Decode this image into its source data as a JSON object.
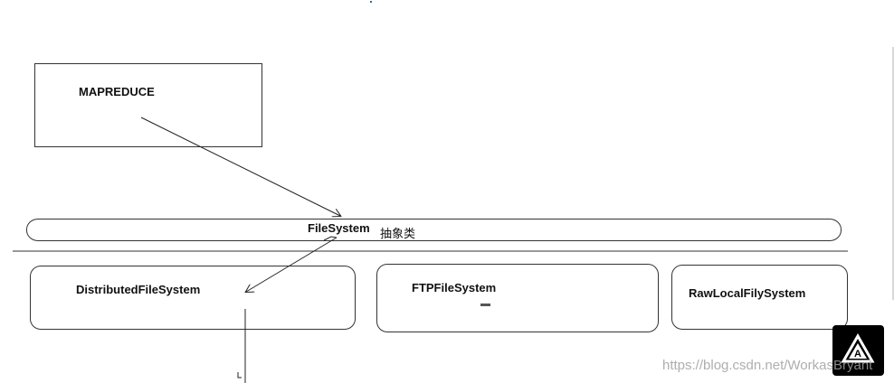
{
  "nodes": {
    "mapreduce": "MAPREDUCE",
    "filesystem": "FileSystem",
    "distributed": "DistributedFileSystem",
    "ftp": "FTPFileSystem",
    "rawlocal": "RawLocalFilySystem"
  },
  "annotations": {
    "abstract_class": "抽象类"
  },
  "watermark": "https://blog.csdn.net/WorkasBryant"
}
